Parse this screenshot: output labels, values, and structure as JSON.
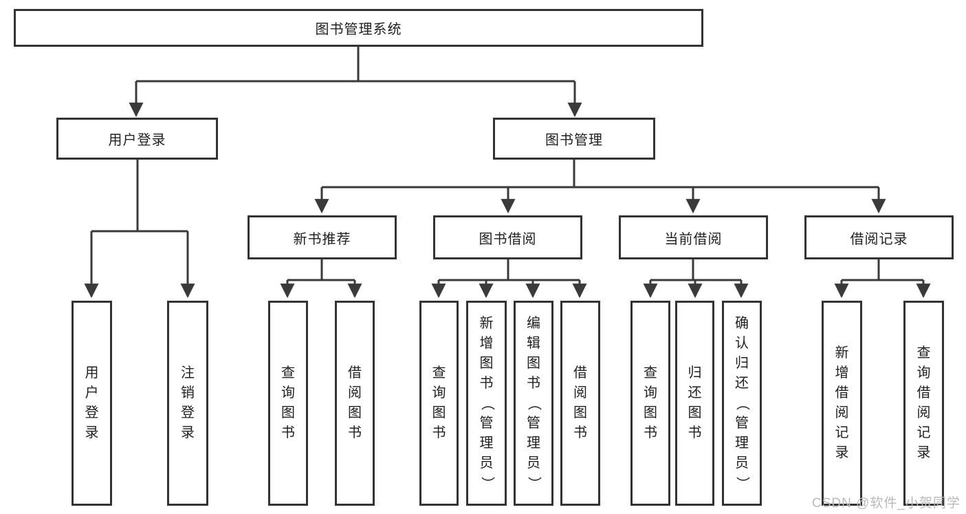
{
  "diagram": {
    "title": "图书管理系统",
    "root": {
      "label": "图书管理系统"
    },
    "level2": [
      {
        "id": "user-login",
        "label": "用户登录"
      },
      {
        "id": "book-management",
        "label": "图书管理"
      }
    ],
    "level3": [
      {
        "id": "new-book-recommend",
        "label": "新书推荐",
        "parent": "图书管理"
      },
      {
        "id": "book-borrowing",
        "label": "图书借阅",
        "parent": "图书管理"
      },
      {
        "id": "current-borrowing",
        "label": "当前借阅",
        "parent": "图书管理"
      },
      {
        "id": "borrowing-records",
        "label": "借阅记录",
        "parent": "图书管理"
      }
    ],
    "leaves": [
      {
        "id": "user-login",
        "label": "用户登录",
        "parent": "用户登录"
      },
      {
        "id": "logout",
        "label": "注销登录",
        "parent": "用户登录"
      },
      {
        "id": "query-books-recommend",
        "label": "查询图书",
        "parent": "新书推荐"
      },
      {
        "id": "borrow-books-recommend",
        "label": "借阅图书",
        "parent": "新书推荐"
      },
      {
        "id": "query-books-borrowing",
        "label": "查询图书",
        "parent": "图书借阅"
      },
      {
        "id": "add-books-admin",
        "label": "新增图书（管理员）",
        "parent": "图书借阅"
      },
      {
        "id": "edit-books-admin",
        "label": "编辑图书（管理员）",
        "parent": "图书借阅"
      },
      {
        "id": "borrow-books",
        "label": "借阅图书",
        "parent": "图书借阅"
      },
      {
        "id": "query-books-current",
        "label": "查询图书",
        "parent": "当前借阅"
      },
      {
        "id": "return-books",
        "label": "归还图书",
        "parent": "当前借阅"
      },
      {
        "id": "confirm-return-admin",
        "label": "确认归还（管理员）",
        "parent": "当前借阅"
      },
      {
        "id": "add-borrow-record",
        "label": "新增借阅记录",
        "parent": "借阅记录"
      },
      {
        "id": "query-borrow-record",
        "label": "查询借阅记录",
        "parent": "借阅记录"
      }
    ]
  },
  "watermark": {
    "text": "CSDN @软件_小贺同学"
  },
  "colors": {
    "box_border": "#333333",
    "connector_line": "#3a3a3a",
    "text": "#1f1f1f",
    "watermark": "#b9b9b9",
    "background": "#ffffff"
  }
}
